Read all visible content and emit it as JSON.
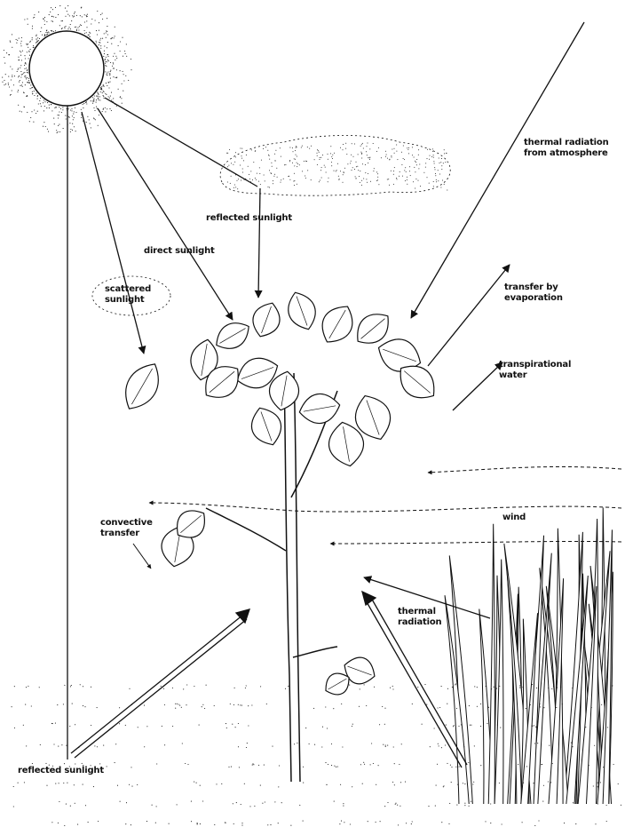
{
  "labels": {
    "thermal_radiation_atmosphere": "thermal radiation\nfrom atmosphere",
    "reflected_sunlight_cloud": "reflected sunlight",
    "direct_sunlight": "direct sunlight",
    "scattered_sunlight": "scattered\nsunlight",
    "transfer_by_evaporation": "transfer by\nevaporation",
    "transpiration_water": "transpirational\nwater",
    "convective_transfer": "convective\ntransfer",
    "wind": "wind",
    "thermal_radiation_ground": "thermal\nradiation",
    "reflected_sunlight_ground": "reflected sunlight"
  },
  "colors": {
    "ink": "#111111",
    "background": "#ffffff"
  }
}
